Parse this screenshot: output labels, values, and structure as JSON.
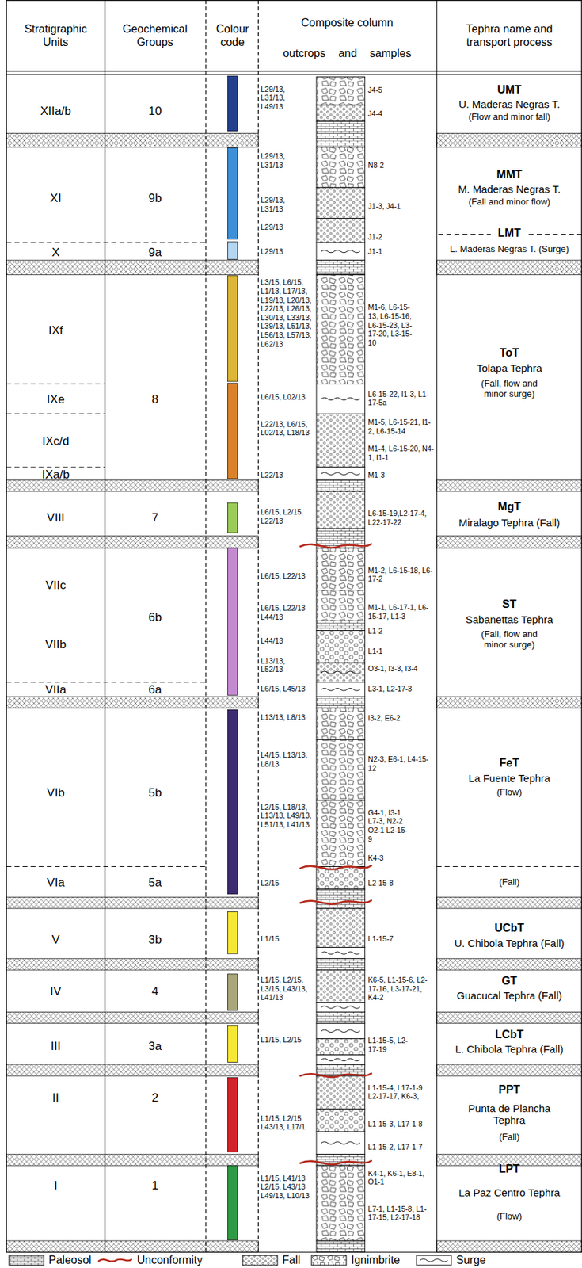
{
  "diagram": {
    "labels": [
      "Stratigraphic Units",
      "Geochemical Groups",
      "Colour code",
      "Composite column",
      "outcrops and samples",
      "Tephra name and transport process",
      "XIIa/b",
      "10",
      "L29/13, L31/13, L49/13",
      "J4-5",
      "J4-4",
      "UMT",
      "U. Maderas Negras T.",
      "(Flow and minor fall)",
      "XI",
      "9b",
      "L29/13, L31/13",
      "L29/13, L31/13",
      "L29/13",
      "N8-2",
      "J1-3, J4-1",
      "J1-2",
      "MMT",
      "M. Maderas Negras T.",
      "(Fall and minor flow)",
      "X",
      "9a",
      "L29/13",
      "J1-1",
      "LMT",
      "L. Maderas Negras T. (Surge)",
      "IXf",
      "IXe",
      "IXc/d",
      "IXa/b",
      "8",
      "L3/15, L6/15, L1/13, L17/13, L19/13, L20/13, L22/13, L26/13, L30/13, L33/13, L39/13, L51/13, L56/13, L57/13, L62/13",
      "L6/15, L02/13",
      "L22/13, L6/15, L02/13, L18/13",
      "L22/13",
      "M1-6, L6-15-13, L6-15-16, L6-15-23, L3-17-20, L3-15-10",
      "L6-15-22, I1-3, L1-17-5a",
      "M1-5, L6-15-21, I1-2, L6-15-14",
      "M1-4, L6-15-20, N4-1, I1-1",
      "M1-3",
      "ToT",
      "Tolapa Tephra",
      "(Fall, flow and minor surge)",
      "VIII",
      "7",
      "L6/15, L2/15. L22/13",
      "L6-15-19,L2-17-4, L22-17-22",
      "MgT",
      "Miralago Tephra (Fall)",
      "VIIc",
      "VIIb",
      "VIIa",
      "6b",
      "6a",
      "L6/15, L22/13",
      "L6/15, L22/13 L44/13",
      "L44/13",
      "L13/13, L52/13",
      "L6/15, L45/13",
      "M1-2, L6-15-18, L6-17-2",
      "M1-1, L6-17-1, L6-15-17, L1-3",
      "L1-2",
      "L1-1",
      "O3-1, I3-3, I3-4",
      "L3-1, L2-17-3",
      "ST",
      "Sabanettas Tephra",
      "(Fall, flow and minor surge)",
      "VIb",
      "VIa",
      "5b",
      "5a",
      "L13/13, L8/13",
      "L4/15, L13/13, L8/13",
      "L2/15, L18/13, L13/13, L49/13, L51/13, L41/13",
      "L2/15",
      "I3-2, E6-2",
      "N2-3, E6-1, L4-15-12",
      "G4-1, I3-1 L7-3, N2-2 O2-1 L2-15-9",
      "K4-3",
      "L2-15-8",
      "FeT",
      "La Fuente Tephra",
      "(Flow)",
      "(Fall)",
      "V",
      "3b",
      "L1/15",
      "L1-15-7",
      "UCbT",
      "U. Chibola Tephra (Fall)",
      "IV",
      "4",
      "L1/15, L2/15, L3/15, L43/13, L41/13",
      "K6-5, L1-15-6, L2-17-16, L3-17-21, K4-2",
      "GT",
      "Guacucal Tephra (Fall)",
      "III",
      "3a",
      "L1/15, L2/15",
      "L1-15-5, L2-17-19",
      "LCbT",
      "L. Chibola Tephra (Fall)",
      "II",
      "2",
      "L1/15, L2/15 L43/13, L17/1",
      "L1-15-4, L17-1-9 L2-17-17, K6-3,",
      "L1-15-3, L17-1-8",
      "L1-15-2, L17-1-7",
      "PPT",
      "Punta de Plancha Tephra",
      "(Fall)",
      "I",
      "1",
      "L1/15, L41/13 L2/15, L43/13 L49/13, L10/13",
      "K4-1, K6-1, E8-1, O1-1",
      "L7-1, L1-15-8, L1-17-15, L2-17-18",
      "LPT",
      "La Paz Centro Tephra",
      "(Flow)"
    ],
    "legend": [
      {
        "text": "Paleosol"
      },
      {
        "text": "Unconformity"
      },
      {
        "text": "Fall"
      },
      {
        "text": "Ignimbrite"
      },
      {
        "text": "Surge"
      }
    ]
  }
}
